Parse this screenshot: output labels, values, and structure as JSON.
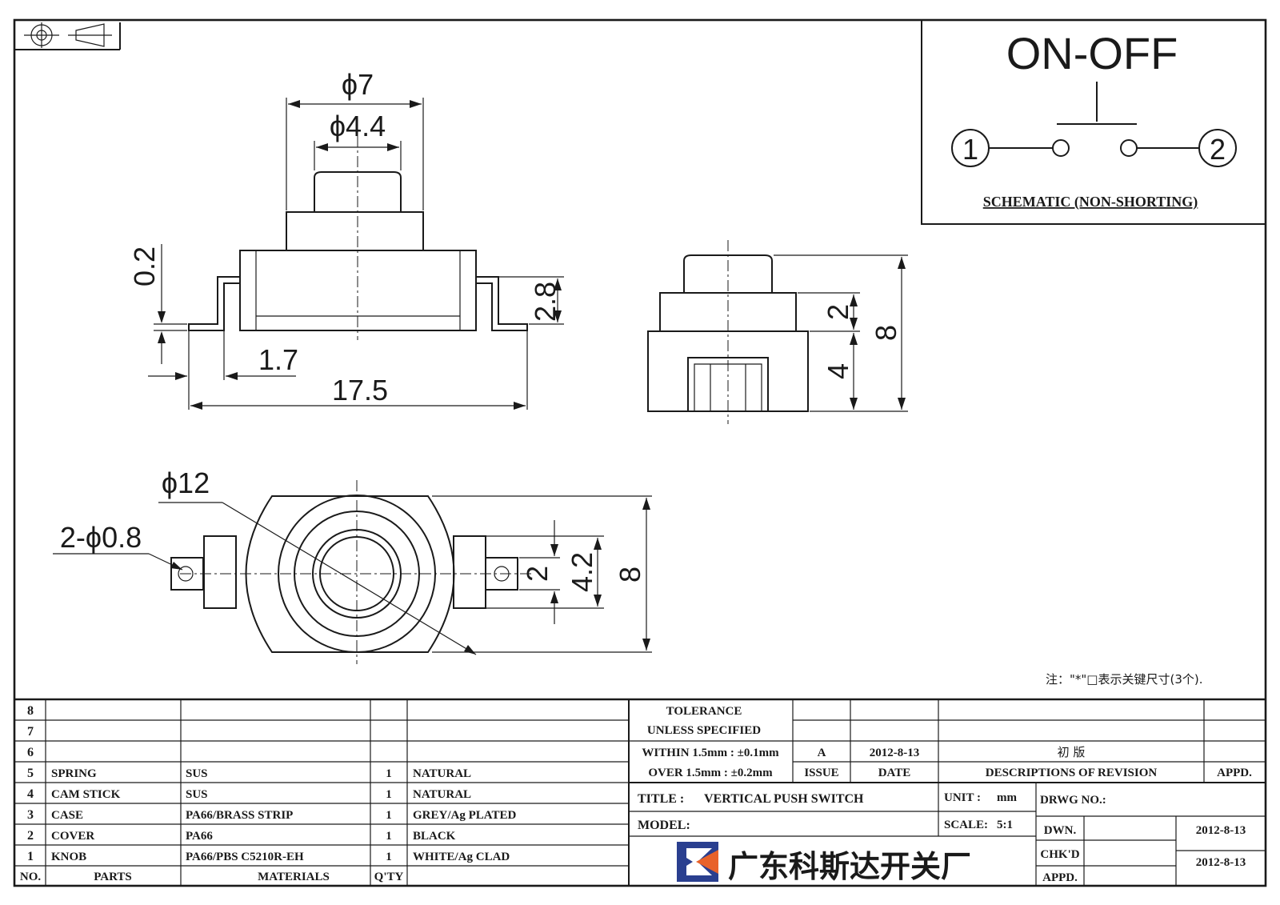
{
  "dimensions": {
    "phi7": "ϕ7",
    "phi4_4": "ϕ4.4",
    "d0_2": "0.2",
    "d2_8": "2.8",
    "d1_7": "1.7",
    "d17_5": "17.5",
    "side_2": "2",
    "side_4": "4",
    "side_8": "8",
    "phi12": "ϕ12",
    "holes": "2-ϕ0.8",
    "bottom_2": "2",
    "bottom_4_2": "4.2",
    "bottom_8": "8"
  },
  "schematic": {
    "title": "ON-OFF",
    "terminal1": "1",
    "terminal2": "2",
    "caption": "SCHEMATIC (NON-SHORTING)"
  },
  "note": "注：\"*\"□表示关键尺寸(3个).",
  "bom": {
    "rows": [
      {
        "no": "8",
        "part": "",
        "material": "",
        "qty": "",
        "finish": ""
      },
      {
        "no": "7",
        "part": "",
        "material": "",
        "qty": "",
        "finish": ""
      },
      {
        "no": "6",
        "part": "",
        "material": "",
        "qty": "",
        "finish": ""
      },
      {
        "no": "5",
        "part": "SPRING",
        "material": "SUS",
        "qty": "1",
        "finish": "NATURAL"
      },
      {
        "no": "4",
        "part": "CAM STICK",
        "material": "SUS",
        "qty": "1",
        "finish": "NATURAL"
      },
      {
        "no": "3",
        "part": "CASE",
        "material": "PA66/BRASS STRIP",
        "qty": "1",
        "finish": "GREY/Ag PLATED"
      },
      {
        "no": "2",
        "part": "COVER",
        "material": "PA66",
        "qty": "1",
        "finish": "BLACK"
      },
      {
        "no": "1",
        "part": "KNOB",
        "material": "PA66/PBS C5210R-EH",
        "qty": "1",
        "finish": "WHITE/Ag CLAD"
      }
    ],
    "headers": {
      "no": "NO.",
      "parts": "PARTS",
      "materials": "MATERIALS",
      "qty": "Q'TY"
    }
  },
  "tolerance": {
    "line1": "TOLERANCE",
    "line2": "UNLESS  SPECIFIED",
    "line3": "WITHIN 1.5mm : ±0.1mm",
    "line4": "OVER 1.5mm : ±0.2mm"
  },
  "revision": {
    "issue": "A",
    "date": "2012-8-13",
    "description": "初  版",
    "issue_label": "ISSUE",
    "date_label": "DATE",
    "desc_label": "DESCRIPTIONS OF REVISION",
    "appd_label": "APPD."
  },
  "title_block": {
    "title_label": "TITLE :",
    "title": "VERTICAL PUSH SWITCH",
    "unit_label": "UNIT :",
    "unit": "mm",
    "drwg_label": "DRWG NO.:",
    "model_label": "MODEL:",
    "scale_label": "SCALE:",
    "scale": "5:1",
    "dwn_label": "DWN.",
    "dwn_date": "2012-8-13",
    "chkd_label": "CHK'D",
    "chkd_date": "2012-8-13",
    "appd_label": "APPD.",
    "company": "广东科斯达开关厂"
  },
  "colors": {
    "ink": "#1a1a1a",
    "logo_blue": "#2a3f8f",
    "logo_orange": "#e8622a"
  }
}
